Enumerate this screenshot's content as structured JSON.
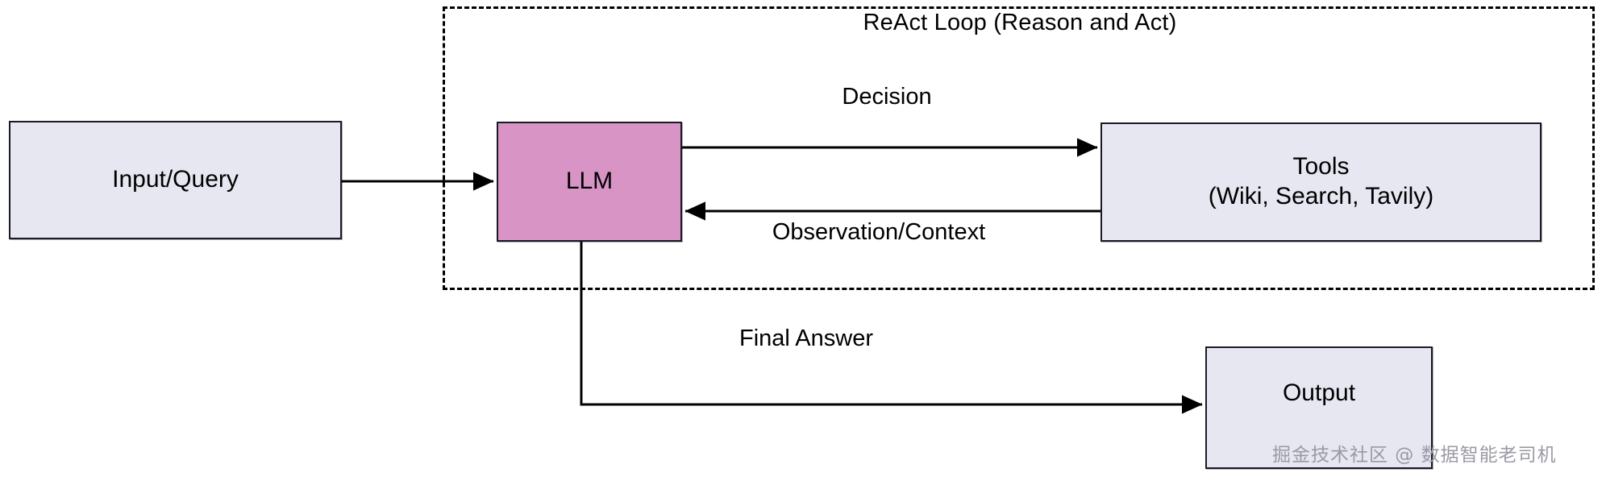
{
  "diagram": {
    "title": "ReAct Loop (Reason and Act)",
    "group": {
      "label": "ReAct Loop (Reason and Act)",
      "style": "dashed"
    },
    "nodes": [
      {
        "id": "input",
        "label": "Input/Query",
        "fill": "#e7e7f2",
        "stroke": "#1a1a26"
      },
      {
        "id": "llm",
        "label": "LLM",
        "fill": "#d894c5",
        "stroke": "#1a1a26"
      },
      {
        "id": "tools",
        "label": "Tools\n(Wiki, Search, Tavily)",
        "fill": "#e7e7f2",
        "stroke": "#1a1a26"
      },
      {
        "id": "output",
        "label": "Output",
        "fill": "#e7e7f2",
        "stroke": "#1a1a26"
      }
    ],
    "edges": [
      {
        "id": "input-to-llm",
        "from": "input",
        "to": "llm",
        "label": ""
      },
      {
        "id": "llm-to-tools",
        "from": "llm",
        "to": "tools",
        "label": "Decision"
      },
      {
        "id": "tools-to-llm",
        "from": "tools",
        "to": "llm",
        "label": "Observation/Context"
      },
      {
        "id": "llm-to-output",
        "from": "llm",
        "to": "output",
        "label": "Final Answer"
      }
    ]
  },
  "watermark": {
    "text": "掘金技术社区 @ 数据智能老司机"
  }
}
